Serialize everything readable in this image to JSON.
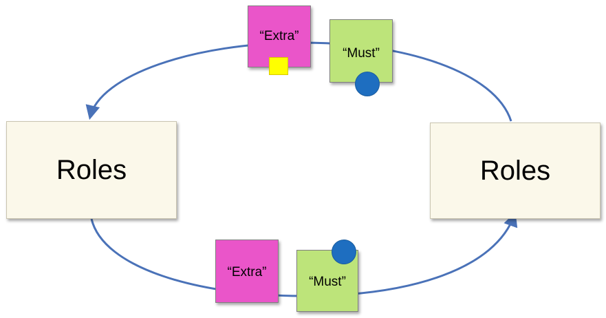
{
  "roles": {
    "left_label": "Roles",
    "right_label": "Roles"
  },
  "notes": {
    "top_extra": "“Extra”",
    "top_must": "“Must”",
    "bottom_extra": "“Extra”",
    "bottom_must": "“Must”"
  },
  "colors": {
    "role_fill": "#fbf8ea",
    "extra_fill": "#ea55c9",
    "must_fill": "#bde47a",
    "arrow": "#4a72b8",
    "dot": "#1e6ec0",
    "marker_square": "#ffff00"
  }
}
